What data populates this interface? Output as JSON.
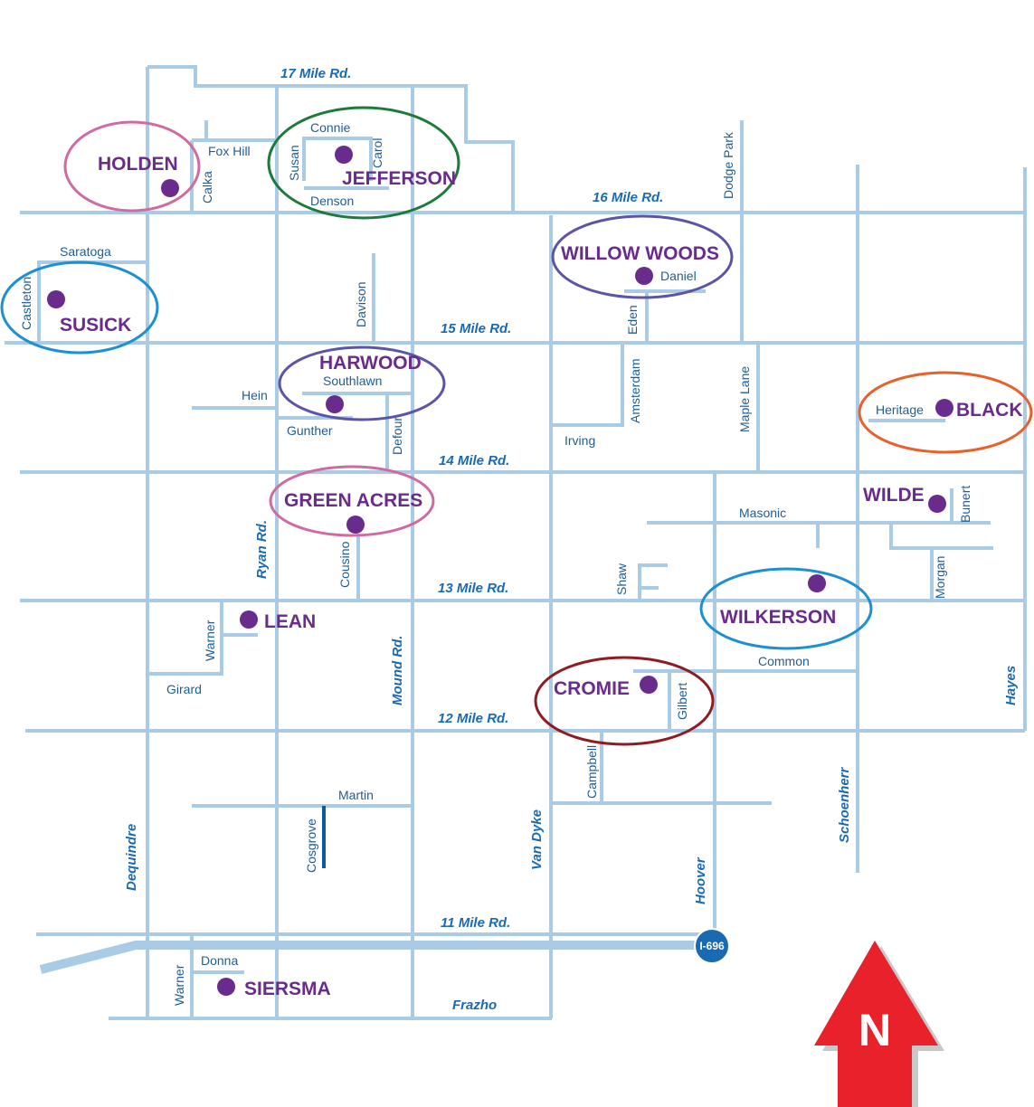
{
  "main_roads": {
    "r17_mile": "17 Mile Rd.",
    "r16_mile": "16 Mile Rd.",
    "r15_mile": "15 Mile Rd.",
    "r14_mile": "14 Mile Rd.",
    "r13_mile": "13 Mile Rd.",
    "r12_mile": "12 Mile Rd.",
    "r11_mile": "11 Mile Rd.",
    "frazho": "Frazho",
    "dequindre": "Dequindre",
    "ryan": "Ryan Rd.",
    "mound": "Mound Rd.",
    "van_dyke": "Van Dyke",
    "hoover": "Hoover",
    "schoenherr": "Schoenherr",
    "hayes": "Hayes"
  },
  "minor_roads": {
    "fox_hill": "Fox Hill",
    "calka": "Calka",
    "connie": "Connie",
    "susan": "Susan",
    "carol": "Carol",
    "denson": "Denson",
    "dodge_park": "Dodge Park",
    "saratoga": "Saratoga",
    "castleton": "Castleton",
    "davison": "Davison",
    "daniel": "Daniel",
    "eden": "Eden",
    "southlawn": "Southlawn",
    "hein": "Hein",
    "gunther": "Gunther",
    "defour": "Defour",
    "amsterdam": "Amsterdam",
    "irving": "Irving",
    "maple_lane": "Maple Lane",
    "heritage": "Heritage",
    "masonic": "Masonic",
    "bunert": "Bunert",
    "cousino": "Cousino",
    "shaw": "Shaw",
    "morgan": "Morgan",
    "warner_north": "Warner",
    "girard": "Girard",
    "common": "Common",
    "gilbert": "Gilbert",
    "campbell": "Campbell",
    "martin": "Martin",
    "cosgrove": "Cosgrove",
    "donna": "Donna",
    "warner_south": "Warner"
  },
  "schools": {
    "holden": "HOLDEN",
    "jefferson": "JEFFERSON",
    "susick": "SUSICK",
    "willow_woods": "WILLOW WOODS",
    "harwood": "HARWOOD",
    "black": "BLACK",
    "green_acres": "GREEN ACRES",
    "wilde": "WILDE",
    "lean": "LEAN",
    "wilkerson": "WILKERSON",
    "cromie": "CROMIE",
    "siersma": "SIERSMA"
  },
  "freeway_shield": "I-696",
  "north_arrow": "N",
  "colors": {
    "road": "#a9cbe6",
    "road_label": "#1a6ab3",
    "school_text": "#6a2c8c",
    "ring_pink": "#cf6aa2",
    "ring_green": "#1e7a3a",
    "ring_blue": "#1e90d0",
    "ring_purple": "#5b54a8",
    "ring_orange": "#e8612c",
    "ring_maroon": "#8f1c22",
    "shield": "#1a6ab3",
    "arrow": "#e8212a"
  }
}
